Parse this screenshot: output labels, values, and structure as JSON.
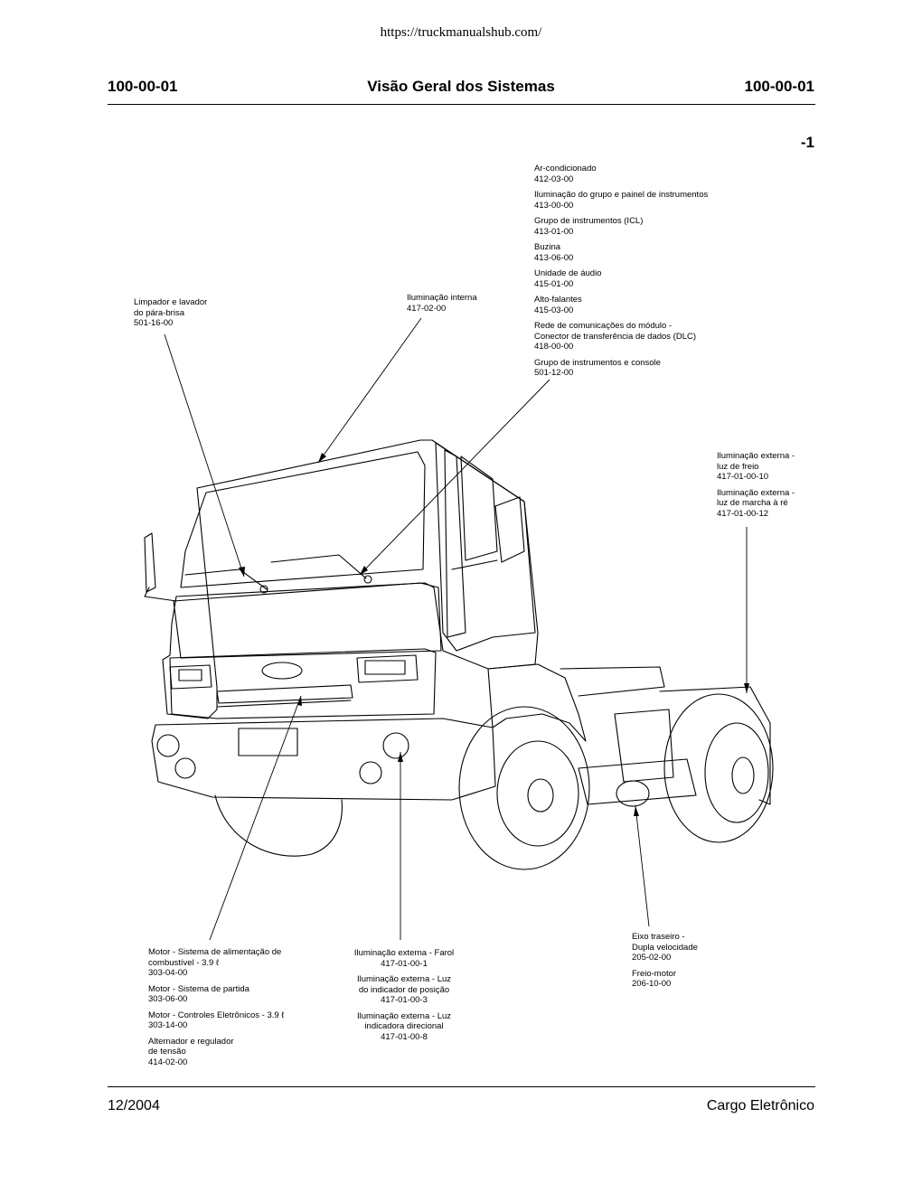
{
  "page": {
    "url": "https://truckmanualshub.com/",
    "header": {
      "code_left": "100-00-01",
      "title": "Visão Geral dos Sistemas",
      "code_right": "100-00-01"
    },
    "figure_number": "-1",
    "footer": {
      "date": "12/2004",
      "publication": "Cargo Eletrônico"
    }
  },
  "callouts": {
    "top_right": [
      {
        "name": "Ar-condicionado",
        "code": "412-03-00"
      },
      {
        "name": "Iluminação do grupo e painel de instrumentos",
        "code": "413-00-00"
      },
      {
        "name": "Grupo de instrumentos (ICL)",
        "code": "413-01-00"
      },
      {
        "name": "Buzina",
        "code": "413-06-00"
      },
      {
        "name": "Unidade de áudio",
        "code": "415-01-00"
      },
      {
        "name": "Alto-falantes",
        "code": "415-03-00"
      },
      {
        "name1": "Rede de comunicações do módulo -",
        "name2": "Conector de transferência de dados (DLC)",
        "code": "418-00-00"
      },
      {
        "name": "Grupo de instrumentos e console",
        "code": "501-12-00"
      }
    ],
    "wiper": {
      "line1": "Limpador e lavador",
      "line2": "do pára-brisa",
      "code": "501-16-00"
    },
    "interior_light": {
      "line1": "Iluminação interna",
      "code": "417-02-00"
    },
    "rear_lights": [
      {
        "line1": "Iluminação externa -",
        "line2": "luz de freio",
        "code": "417-01-00-10"
      },
      {
        "line1": "Iluminação externa -",
        "line2": "luz de marcha à ré",
        "code": "417-01-00-12"
      }
    ],
    "engine": [
      {
        "line1": "Motor - Sistema de alimentação de",
        "line2": "combustível - 3.9 ℓ",
        "code": "303-04-00"
      },
      {
        "line1": "Motor - Sistema de partida",
        "code": "303-06-00"
      },
      {
        "line1": "Motor - Controles Eletrônicos - 3.9 ℓ",
        "code": "303-14-00"
      },
      {
        "line1": "Alternador e regulador",
        "line2": "de tensão",
        "code": "414-02-00"
      }
    ],
    "front_lights": [
      {
        "line1": "Iluminação externa - Farol",
        "code": "417-01-00-1"
      },
      {
        "line1": "Iluminação externa - Luz",
        "line2": "do indicador de posição",
        "code": "417-01-00-3"
      },
      {
        "line1": "Iluminação externa - Luz",
        "line2": "indicadora direcional",
        "code": "417-01-00-8"
      }
    ],
    "rear_axle": [
      {
        "line1": "Eixo traseiro -",
        "line2": "Dupla velocidade",
        "code": "205-02-00"
      },
      {
        "line1": "Freio-motor",
        "code": "206-10-00"
      }
    ]
  }
}
